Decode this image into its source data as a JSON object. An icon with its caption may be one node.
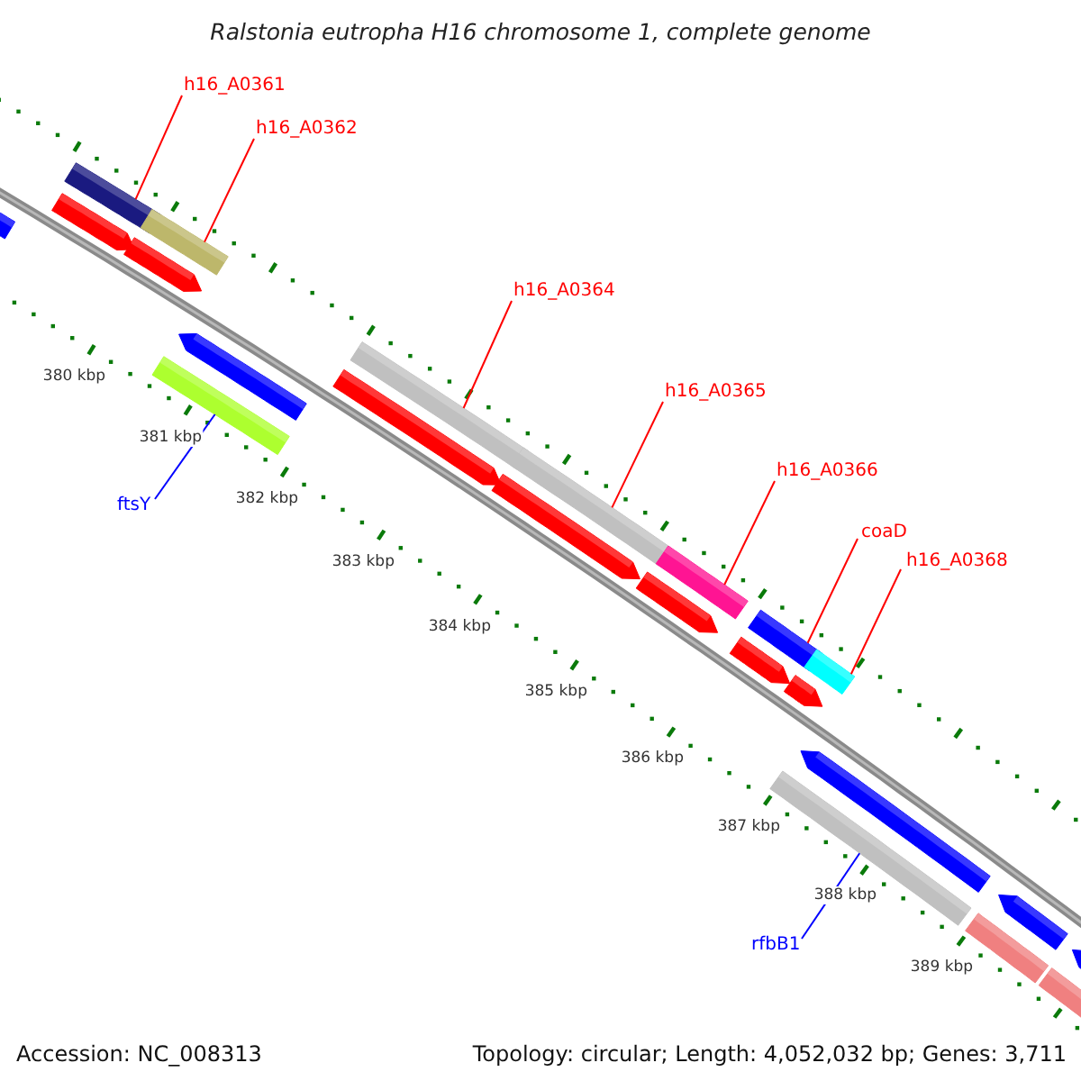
{
  "diagram": {
    "title": "Ralstonia eutropha H16 chromosome 1, complete genome",
    "nodes": [
      {
        "text": [
          "h16_A0361"
        ]
      },
      {
        "text": [
          "h16_A0362"
        ]
      },
      {
        "text": [
          "h16_A0364"
        ]
      },
      {
        "text": [
          "h16_A0365"
        ]
      },
      {
        "text": [
          "h16_A0366"
        ]
      },
      {
        "text": [
          "coaD"
        ]
      },
      {
        "text": [
          "h16_A0368"
        ]
      },
      {
        "text": [
          "ftsY"
        ]
      },
      {
        "text": [
          "rfbB1"
        ]
      },
      {
        "text": [],
        "shape": "bar"
      },
      {
        "text": [],
        "shape": "bar"
      },
      {
        "text": [],
        "shape": "bar"
      },
      {
        "text": [],
        "shape": "bar"
      },
      {
        "text": [],
        "shape": "bar"
      },
      {
        "text": [],
        "shape": "bar"
      },
      {
        "text": [],
        "shape": "bar"
      },
      {
        "text": [],
        "shape": "bar"
      },
      {
        "text": [],
        "shape": "bar"
      },
      {
        "text": [],
        "shape": "bar"
      },
      {
        "text": [],
        "shape": "bar"
      },
      {
        "text": [],
        "shape": "bar"
      },
      {
        "text": [],
        "shape": "bar"
      },
      {
        "text": [],
        "shape": "bar"
      },
      {
        "text": [],
        "shape": "bar"
      },
      {
        "text": [],
        "shape": "bar"
      },
      {
        "text": [],
        "shape": "bar"
      },
      {
        "text": [],
        "shape": "bar"
      },
      {
        "text": [],
        "shape": "bar"
      },
      {
        "text": [],
        "shape": "bar"
      },
      {
        "text": [],
        "shape": "bar"
      },
      {
        "text": [],
        "shape": "bar"
      },
      {
        "text": [],
        "shape": "bar"
      }
    ],
    "edges": [
      {
        "from": 0,
        "to": 11,
        "arrow": "none"
      },
      {
        "from": 1,
        "to": 13,
        "arrow": "none"
      },
      {
        "from": 2,
        "to": 17,
        "arrow": "none"
      },
      {
        "from": 3,
        "to": 19,
        "arrow": "none"
      },
      {
        "from": 4,
        "to": 21,
        "arrow": "none"
      },
      {
        "from": 5,
        "to": 23,
        "arrow": "none"
      },
      {
        "from": 6,
        "to": 27,
        "arrow": "none"
      },
      {
        "from": 7,
        "to": 14,
        "arrow": "none",
        "color": "#0000ff"
      },
      {
        "from": 8,
        "to": 24,
        "arrow": "none",
        "color": "#0000ff"
      }
    ],
    "labels": [
      "380 kbp",
      "381 kbp",
      "382 kbp",
      "383 kbp",
      "384 kbp",
      "385 kbp",
      "386 kbp",
      "387 kbp",
      "388 kbp",
      "389 kbp",
      "Accession: NC_008313",
      "Topology: circular; Length: 4,052,032 bp; Genes: 3,711"
    ]
  }
}
